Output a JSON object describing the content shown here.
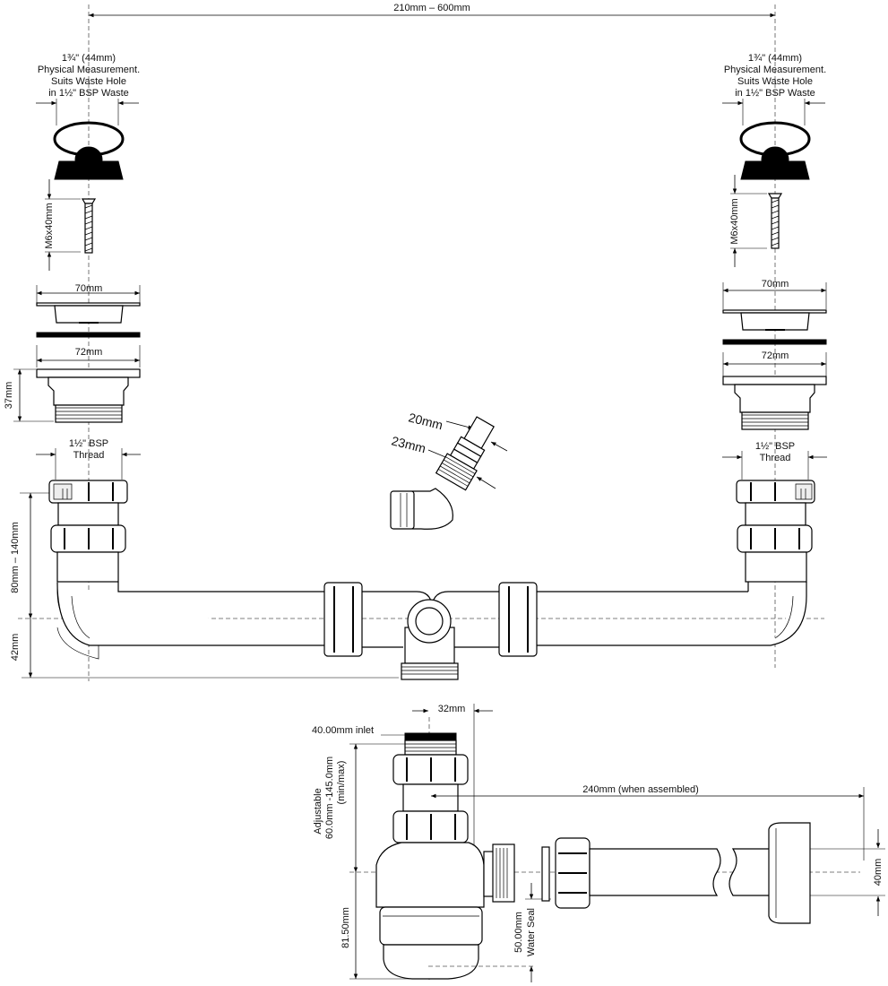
{
  "labels": {
    "span": "210mm – 600mm",
    "left_hole_1": "1¾\" (44mm)",
    "left_hole_2": "Physical Measurement.",
    "left_hole_3": "Suits Waste Hole",
    "left_hole_4": "in 1½\" BSP Waste",
    "right_hole_1": "1¾\" (44mm)",
    "right_hole_2": "Physical Measurement.",
    "right_hole_3": "Suits Waste Hole",
    "right_hole_4": "in 1½\" BSP Waste",
    "left_screw": "M6x40mm",
    "right_screw": "M6x40mm",
    "left_70": "70mm",
    "right_70": "70mm",
    "left_72": "72mm",
    "right_72": "72mm",
    "left_37": "37mm",
    "left_bsp_1": "1½\" BSP",
    "left_bsp_2": "Thread",
    "right_bsp_1": "1½\" BSP",
    "right_bsp_2": "Thread",
    "hose_20": "20mm",
    "hose_23": "23mm",
    "left_80_140": "80mm – 140mm",
    "left_42": "42mm",
    "inlet_32": "32mm",
    "inlet_40": "40.00mm inlet",
    "adj_1": "Adjustable",
    "adj_2": "60.0mm -145.0mm",
    "adj_3": "(min/max)",
    "assembled": "240mm (when assembled)",
    "seal_1": "50.00mm",
    "seal_2": "Water Seal",
    "h_8150": "81.50mm",
    "outlet_40": "40mm"
  }
}
